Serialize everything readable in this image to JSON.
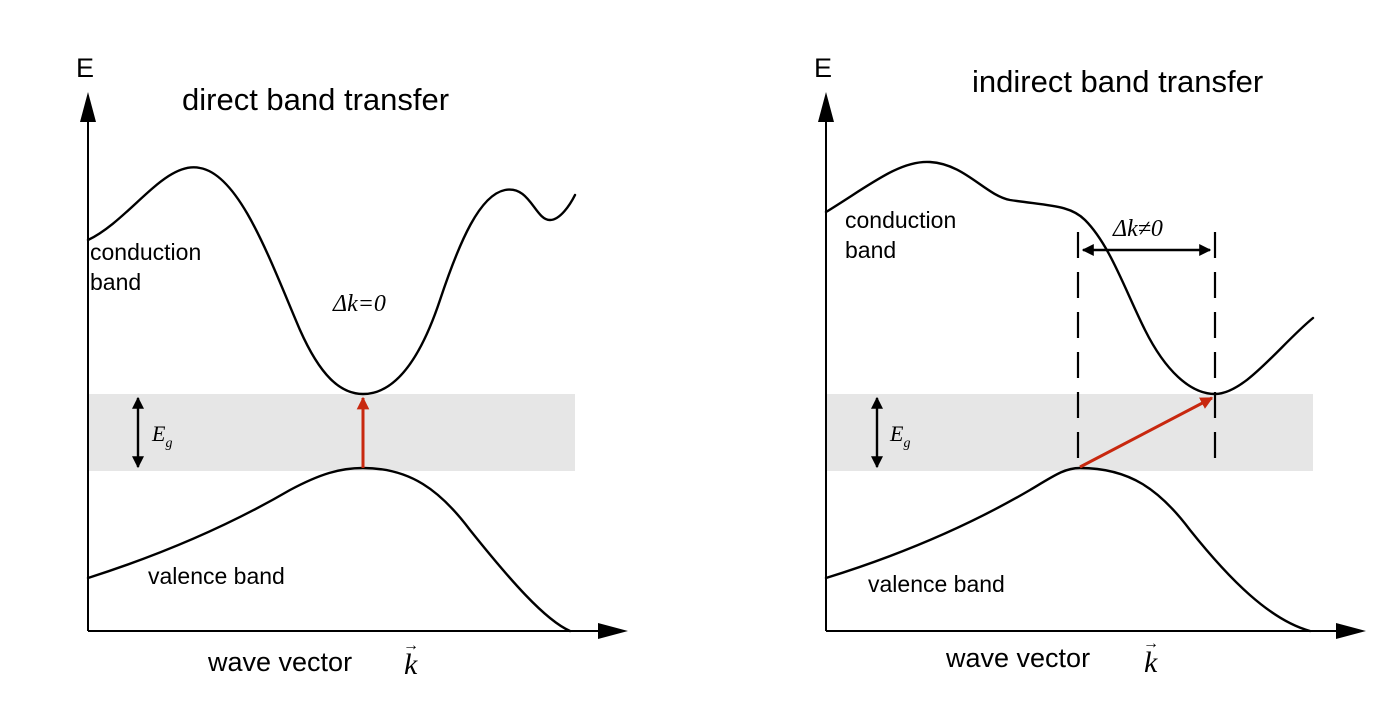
{
  "colors": {
    "gap_band": "#e6e6e6",
    "transition_arrow": "#c8280f",
    "line": "#000000"
  },
  "left_panel": {
    "axis_e_label": "E",
    "title": "direct band transfer",
    "conduction_line1": "conduction",
    "conduction_line2": "band",
    "valence_label": "valence band",
    "xaxis_label": "wave vector",
    "k_symbol": "k",
    "k_arrow": "→",
    "delta_k_label": "Δk=0",
    "eg_symbol": "E",
    "eg_subscript": "g"
  },
  "right_panel": {
    "axis_e_label": "E",
    "title": "indirect band transfer",
    "conduction_line1": "conduction",
    "conduction_line2": "band",
    "valence_label": "valence band",
    "xaxis_label": "wave vector",
    "k_symbol": "k",
    "k_arrow": "→",
    "delta_k_label": "Δk≠0",
    "eg_symbol": "E",
    "eg_subscript": "g"
  }
}
